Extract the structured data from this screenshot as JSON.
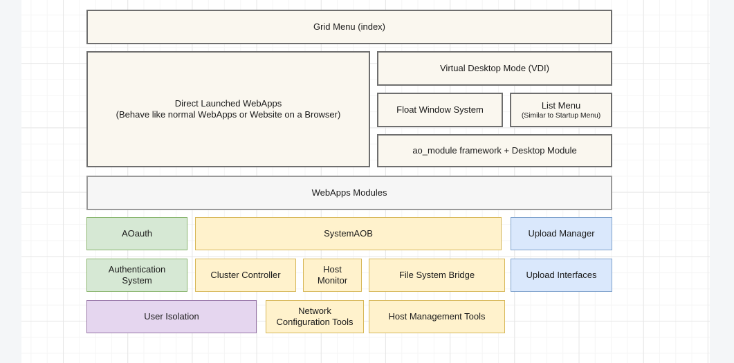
{
  "diagram": {
    "background_color": "#f4f6f8",
    "canvas_color": "#ffffff",
    "palette": {
      "cream_fill": "#faf7ef",
      "cream_border": "#6e6e6e",
      "grey_fill": "#f6f6f6",
      "grey_border": "#999999",
      "green_fill": "#d6e8d4",
      "green_border": "#86b36a",
      "yellow_fill": "#fff2cc",
      "yellow_border": "#d6b656",
      "blue_fill": "#dae8fc",
      "blue_border": "#7b9fcb",
      "purple_fill": "#e5d6ef",
      "purple_border": "#9673a6"
    },
    "nodes": [
      {
        "id": "grid-menu",
        "label": "Grid Menu (index)"
      },
      {
        "id": "direct-launched-webapps",
        "label": "Direct Launched WebApps",
        "sublabel": "(Behave like normal WebApps or Website on a Browser)"
      },
      {
        "id": "virtual-desktop-mode",
        "label": "Virtual Desktop Mode (VDI)"
      },
      {
        "id": "float-window-system",
        "label": "Float Window System"
      },
      {
        "id": "list-menu",
        "label": "List Menu",
        "sublabel": "(Similar to Startup Menu)"
      },
      {
        "id": "ao-module-framework",
        "label": "ao_module framework + Desktop Module"
      },
      {
        "id": "webapps-modules",
        "label": "WebApps Modules"
      },
      {
        "id": "aoauth",
        "label": "AOauth"
      },
      {
        "id": "system-aob",
        "label": "SystemAOB"
      },
      {
        "id": "upload-manager",
        "label": "Upload Manager"
      },
      {
        "id": "authentication-system",
        "label": "Authentication",
        "sublabel": "System"
      },
      {
        "id": "cluster-controller",
        "label": "Cluster Controller"
      },
      {
        "id": "host-monitor",
        "label": "Host",
        "sublabel": "Monitor"
      },
      {
        "id": "file-system-bridge",
        "label": "File System Bridge"
      },
      {
        "id": "upload-interfaces",
        "label": "Upload Interfaces"
      },
      {
        "id": "user-isolation",
        "label": "User Isolation"
      },
      {
        "id": "network-configuration-tools",
        "label": "Network",
        "sublabel": "Configuration Tools"
      },
      {
        "id": "host-management-tools",
        "label": "Host Management Tools"
      }
    ]
  }
}
